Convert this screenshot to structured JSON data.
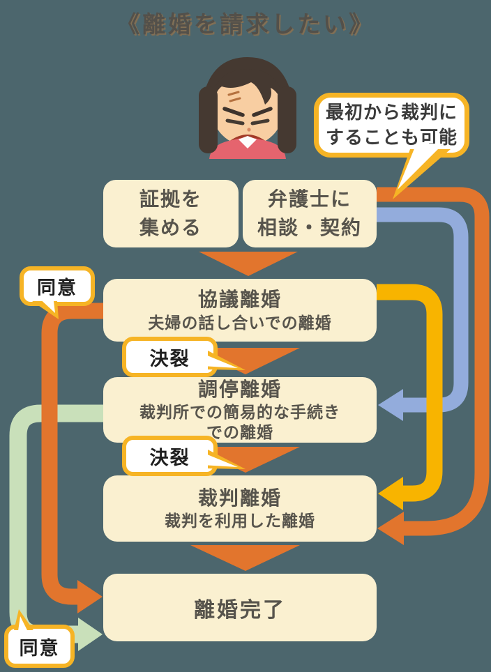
{
  "title": "《離婚を請求したい》",
  "illustration": {
    "name": "angry-woman",
    "description": "怒っている女性のイラスト"
  },
  "callout": {
    "line1": "最初から裁判に",
    "line2": "することも可能"
  },
  "boxes": {
    "evidence": {
      "line1": "証拠を",
      "line2": "集める"
    },
    "lawyer": {
      "line1": "弁護士に",
      "line2": "相談・契約"
    },
    "kyougi": {
      "title": "協議離婚",
      "subtitle": "夫婦の話し合いでの離婚"
    },
    "chotei": {
      "title": "調停離婚",
      "subtitle1": "裁判所での簡易的な手続き",
      "subtitle2": "での離婚"
    },
    "saiban": {
      "title": "裁判離婚",
      "subtitle": "裁判を利用した離婚"
    },
    "complete": {
      "title": "離婚完了"
    }
  },
  "labels": {
    "agree_top": "同意",
    "break_top": "決裂",
    "break_bottom": "決裂",
    "agree_bottom": "同意"
  },
  "flow_arrows": [
    {
      "name": "lawyer-to-saiban",
      "color": "#E2752D",
      "note": "最初から裁判にすることも可能"
    },
    {
      "name": "lawyer-to-chotei",
      "color": "#93ACDC"
    },
    {
      "name": "kyougi-to-saiban",
      "color": "#F8B400"
    },
    {
      "name": "kyougi-to-complete",
      "color": "#E2752D",
      "note": "同意"
    },
    {
      "name": "chotei-to-complete",
      "color": "#C9E0BA",
      "note": "同意"
    },
    {
      "name": "kyougi-to-chotei",
      "color": "#E2752D",
      "note": "決裂"
    },
    {
      "name": "chotei-to-saiban",
      "color": "#E2752D",
      "note": "決裂"
    }
  ],
  "colors": {
    "background": "#4C666D",
    "box_fill": "#FAF0D0",
    "orange_arrow": "#E2752D",
    "yellow_arrow": "#F8B400",
    "blue_arrow": "#93ACDC",
    "green_arrow": "#C9E0BA",
    "bubble_border": "#F6B425",
    "bubble_fill": "#FFFFFF",
    "box_text": "#57544C",
    "label_text": "#1F1F1F"
  }
}
